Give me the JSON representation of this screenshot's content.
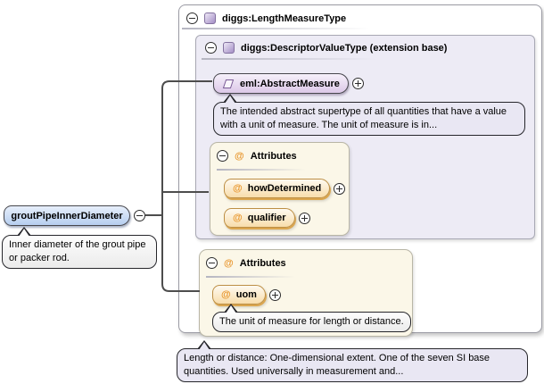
{
  "icons": {
    "at": "@"
  },
  "element": {
    "label": "groutPipeInnerDiameter",
    "annotation": "Inner diameter of the grout pipe or packer rod."
  },
  "type_panel": {
    "title": "diggs:LengthMeasureType",
    "annotation": "Length or distance: One-dimensional extent. One of the seven SI base quantities. Used universally in measurement and...",
    "base_panel": {
      "title": "diggs:DescriptorValueType (extension base)",
      "member": {
        "label": "eml:AbstractMeasure",
        "annotation": "The intended abstract supertype of all quantities that have a value with a unit of measure. The unit of measure is in..."
      },
      "attributes": {
        "title": "Attributes",
        "items": [
          {
            "label": "howDetermined"
          },
          {
            "label": "qualifier"
          }
        ]
      }
    },
    "attributes": {
      "title": "Attributes",
      "items": [
        {
          "label": "uom",
          "annotation": "The unit of measure for length or distance."
        }
      ]
    }
  },
  "colors": {
    "accent_orange": "#e8962d",
    "connector": "#4d4d4d"
  }
}
